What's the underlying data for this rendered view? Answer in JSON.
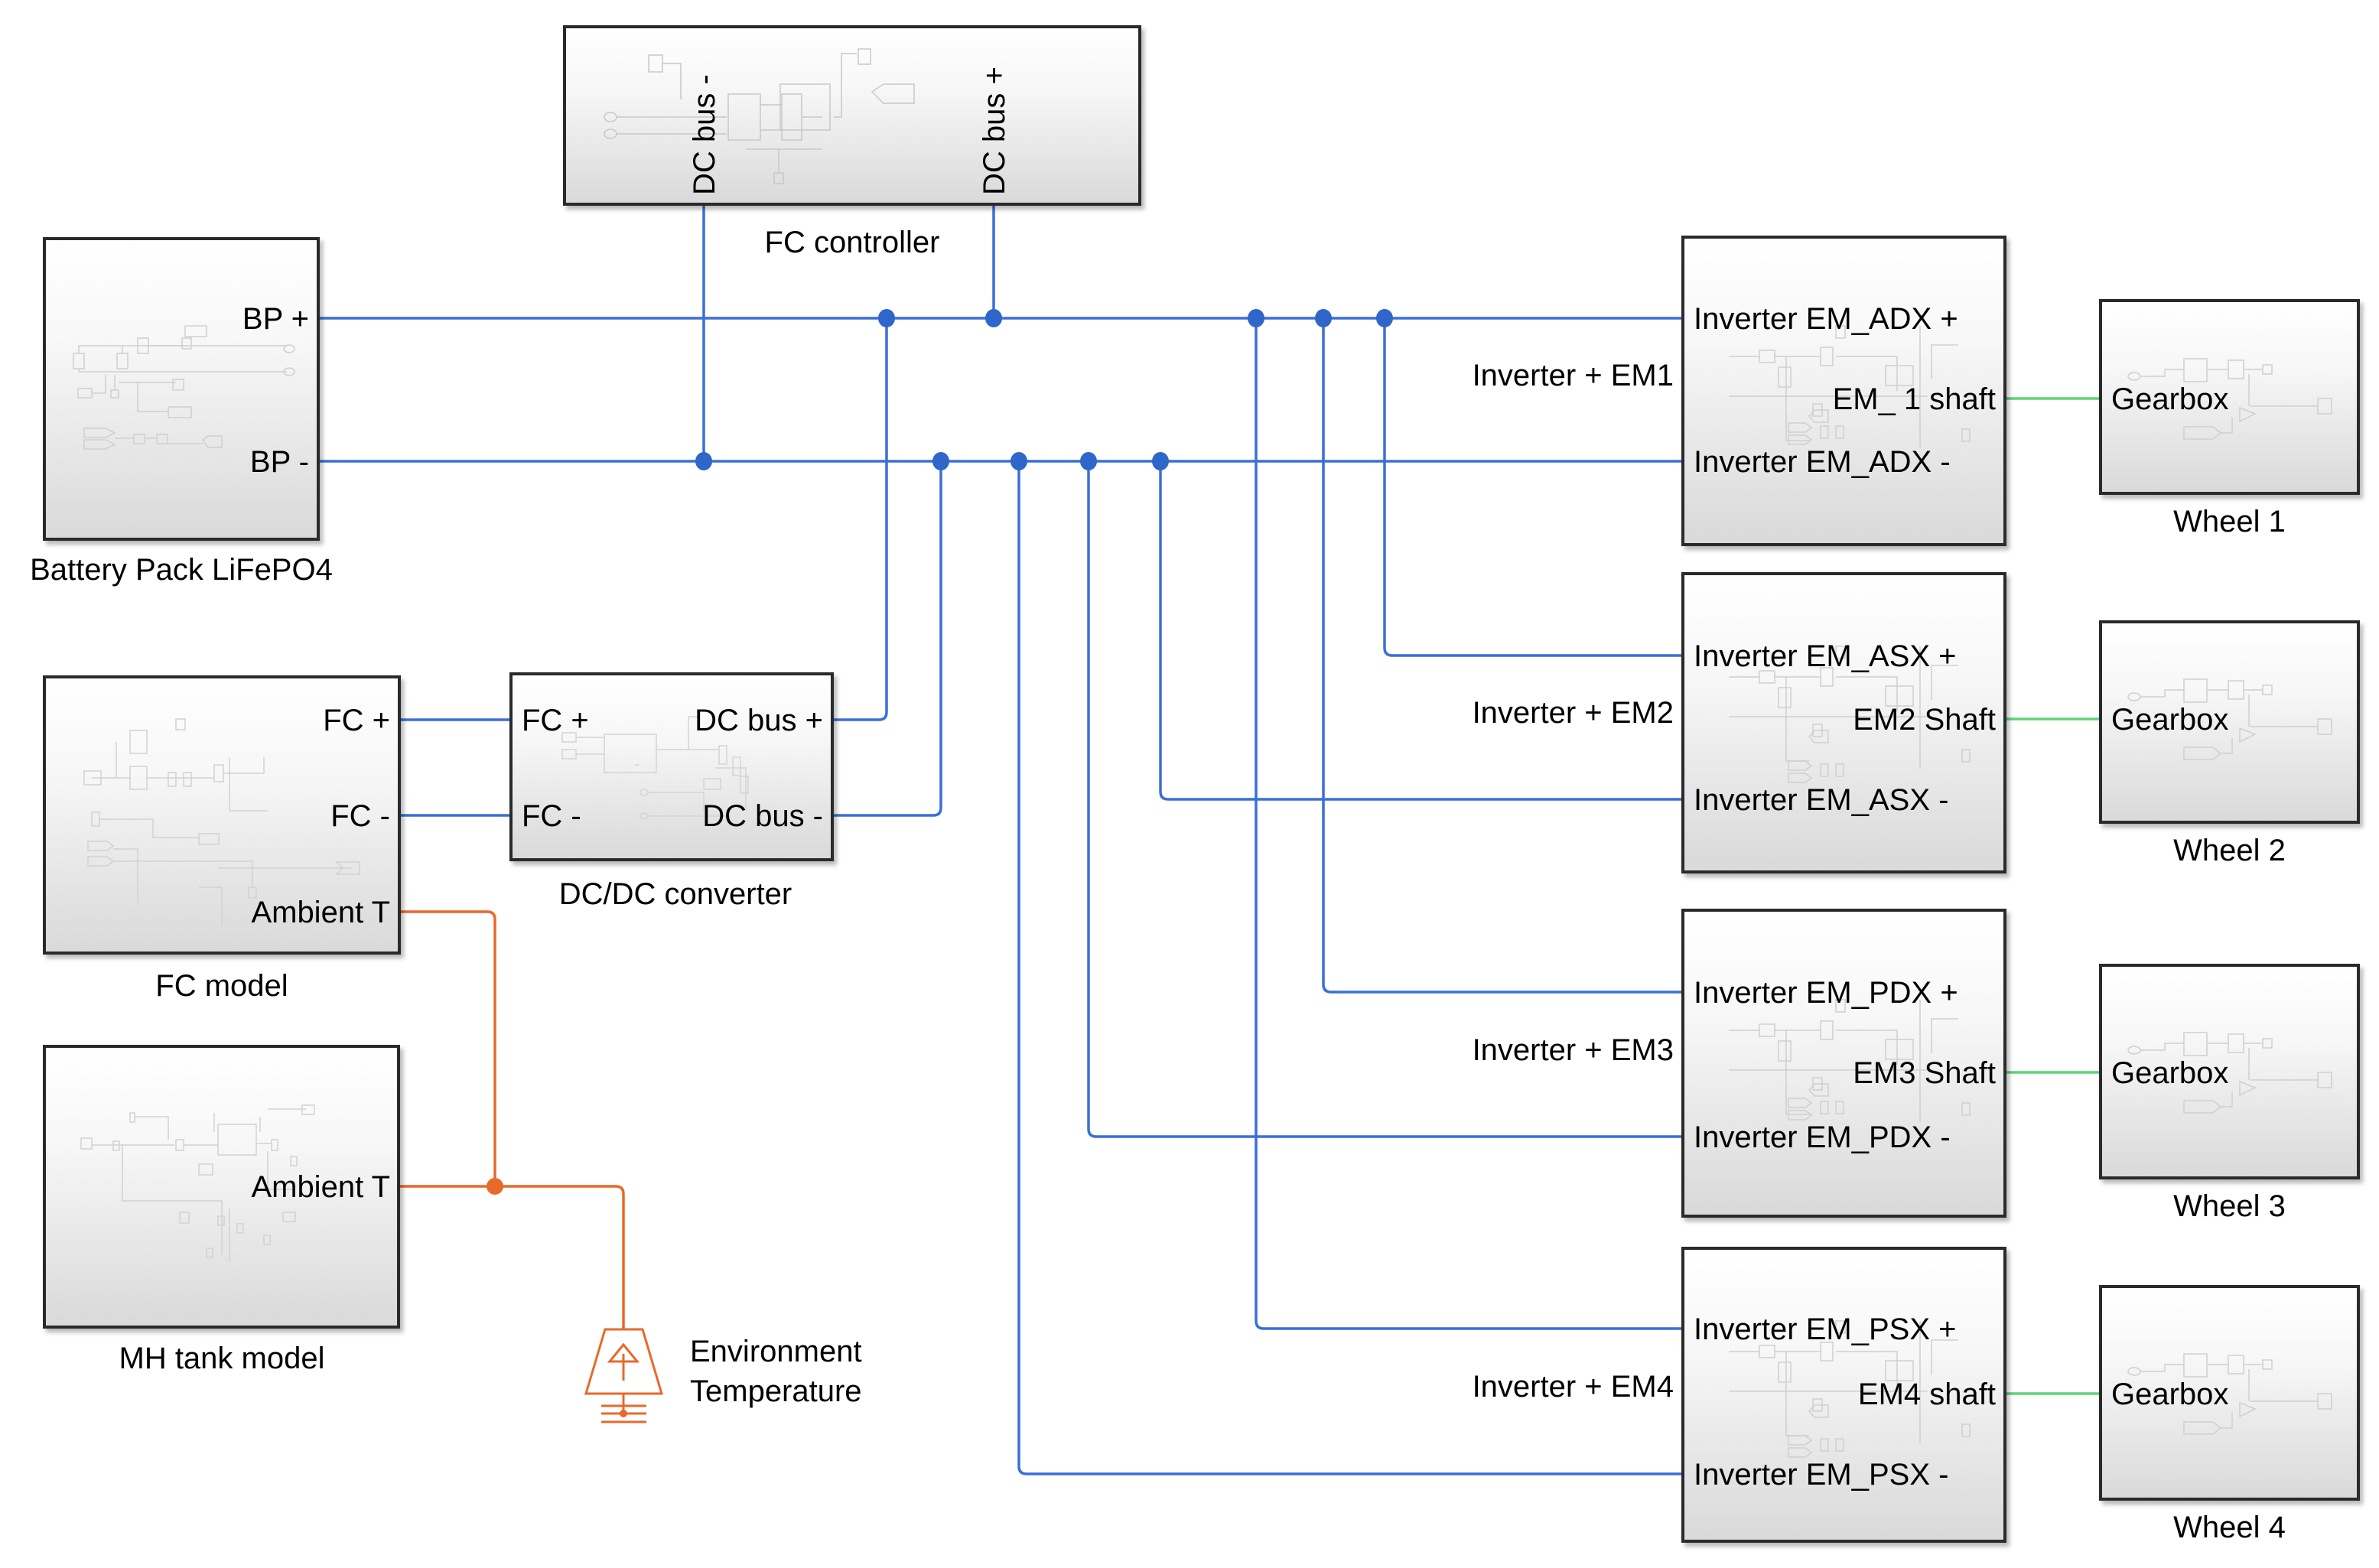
{
  "diagram": {
    "title": "Fuel cell hybrid electric vehicle powertrain model",
    "colors": {
      "electrical_wire": "#3a6fd8",
      "junction": "#2f66c9",
      "thermal_wire": "#e8692a",
      "mechanical_wire": "#5fd37a",
      "block_border": "#2b2b2b",
      "block_fill_top": "#ffffff",
      "block_fill_bottom": "#d9d9d9",
      "text": "#1a1a1a"
    },
    "blocks": {
      "battery": {
        "name": "Battery Pack LiFePO4",
        "ports": {
          "pos": "BP +",
          "neg": "BP -"
        }
      },
      "fc_controller": {
        "name": "FC controller",
        "ports": {
          "neg": "DC bus -",
          "pos": "DC bus +"
        }
      },
      "fc_model": {
        "name": "FC model",
        "ports": {
          "pos": "FC +",
          "neg": "FC -",
          "thermal": "Ambient T"
        }
      },
      "dcdc": {
        "name": "DC/DC converter",
        "ports": {
          "in_pos": "FC +",
          "in_neg": "FC -",
          "out_pos": "DC bus +",
          "out_neg": "DC bus -"
        }
      },
      "mh_tank": {
        "name": "MH tank model",
        "ports": {
          "thermal": "Ambient T"
        }
      },
      "env_temp": {
        "name_line1": "Environment",
        "name_line2": "Temperature",
        "icon": "temperature-source-icon"
      },
      "inverters": [
        {
          "name": "Inverter + EM1",
          "pos": "Inverter EM_ADX +",
          "neg": "Inverter EM_ADX -",
          "shaft": "EM_ 1 shaft"
        },
        {
          "name": "Inverter + EM2",
          "pos": "Inverter EM_ASX +",
          "neg": "Inverter EM_ASX -",
          "shaft": "EM2 Shaft"
        },
        {
          "name": "Inverter + EM3",
          "pos": "Inverter EM_PDX +",
          "neg": "Inverter EM_PDX -",
          "shaft": "EM3 Shaft"
        },
        {
          "name": "Inverter + EM4",
          "pos": "Inverter EM_PSX +",
          "neg": "Inverter EM_PSX -",
          "shaft": "EM4 shaft"
        }
      ],
      "wheels": [
        {
          "name": "Wheel 1",
          "port": "Gearbox"
        },
        {
          "name": "Wheel 2",
          "port": "Gearbox"
        },
        {
          "name": "Wheel 3",
          "port": "Gearbox"
        },
        {
          "name": "Wheel 4",
          "port": "Gearbox"
        }
      ]
    }
  }
}
